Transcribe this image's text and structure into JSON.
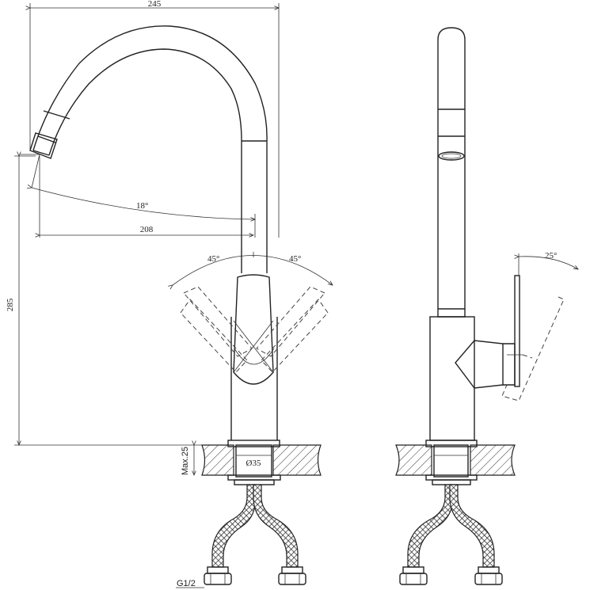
{
  "drawing": {
    "dimensions": {
      "width_top": "245",
      "reach": "208",
      "height": "285",
      "spout_angle": "18°",
      "lever_left": "45°",
      "lever_right": "45°",
      "hole_diameter": "Ø35",
      "max_thickness": "Max.25",
      "thread": "G1/2",
      "side_lever_angle": "25°"
    }
  }
}
